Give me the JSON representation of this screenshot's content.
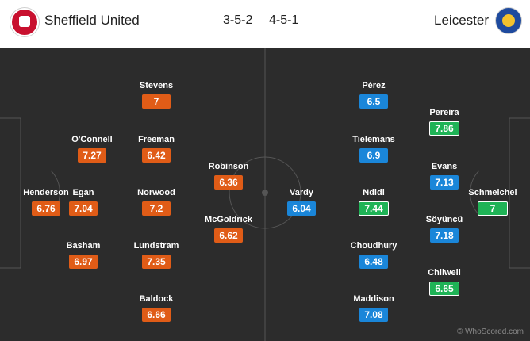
{
  "header": {
    "home_team": "Sheffield United",
    "away_team": "Leicester",
    "home_formation": "3-5-2",
    "away_formation": "4-5-1",
    "home_crest_icon": "sheffield-united-crest",
    "away_crest_icon": "leicester-crest"
  },
  "colors": {
    "pitch": "#2c2c2c",
    "home_rating": "#e05c17",
    "away_rating": "#1a86d9",
    "top_rating": "#1fb356"
  },
  "home_players": [
    {
      "name": "Henderson",
      "rating": "6.76"
    },
    {
      "name": "O'Connell",
      "rating": "7.27"
    },
    {
      "name": "Egan",
      "rating": "7.04"
    },
    {
      "name": "Basham",
      "rating": "6.97"
    },
    {
      "name": "Stevens",
      "rating": "7"
    },
    {
      "name": "Freeman",
      "rating": "6.42"
    },
    {
      "name": "Norwood",
      "rating": "7.2"
    },
    {
      "name": "Lundstram",
      "rating": "7.35"
    },
    {
      "name": "Baldock",
      "rating": "6.66"
    },
    {
      "name": "Robinson",
      "rating": "6.36"
    },
    {
      "name": "McGoldrick",
      "rating": "6.62"
    }
  ],
  "away_players": [
    {
      "name": "Vardy",
      "rating": "6.04"
    },
    {
      "name": "Pérez",
      "rating": "6.5"
    },
    {
      "name": "Tielemans",
      "rating": "6.9"
    },
    {
      "name": "Ndidi",
      "rating": "7.44"
    },
    {
      "name": "Choudhury",
      "rating": "6.48"
    },
    {
      "name": "Maddison",
      "rating": "7.08"
    },
    {
      "name": "Pereira",
      "rating": "7.86"
    },
    {
      "name": "Evans",
      "rating": "7.13"
    },
    {
      "name": "Söyüncü",
      "rating": "7.18"
    },
    {
      "name": "Chilwell",
      "rating": "6.65"
    },
    {
      "name": "Schmeichel",
      "rating": "7"
    }
  ],
  "credit": "© WhoScored.com"
}
